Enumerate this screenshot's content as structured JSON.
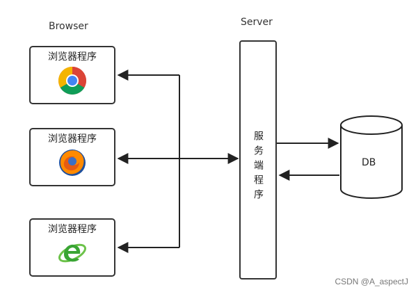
{
  "labels": {
    "browser_group": "Browser",
    "server_group": "Server",
    "database": "DB"
  },
  "browsers": [
    {
      "name": "浏览器程序",
      "icon": "chrome-icon"
    },
    {
      "name": "浏览器程序",
      "icon": "firefox-icon"
    },
    {
      "name": "浏览器程序",
      "icon": "ie-icon"
    }
  ],
  "server": {
    "text": "服务端程序"
  },
  "watermark": "CSDN @A_aspectJ"
}
